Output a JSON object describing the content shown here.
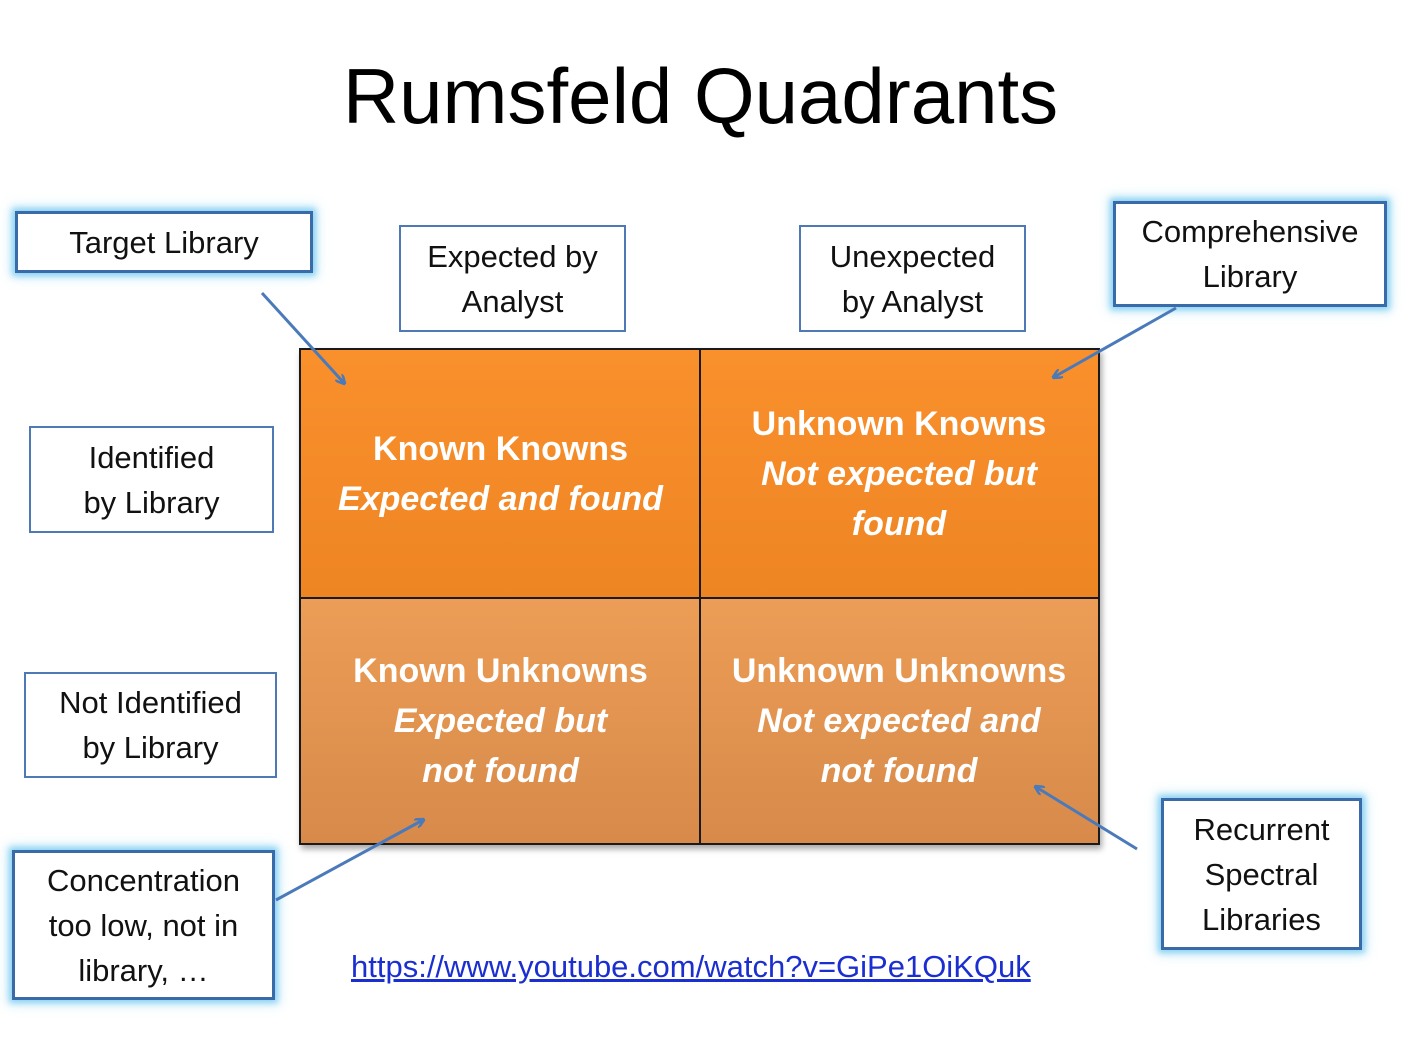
{
  "title": "Rumsfeld Quadrants",
  "column_headers": {
    "expected": "Expected by\nAnalyst",
    "unexpected": "Unexpected\nby Analyst"
  },
  "row_headers": {
    "identified": "Identified\nby Library",
    "not_identified": "Not Identified\nby Library"
  },
  "quadrants": {
    "known_knowns": {
      "title": "Known Knowns",
      "subtitle": "Expected and found"
    },
    "unknown_knowns": {
      "title": "Unknown Knowns",
      "subtitle": "Not expected but found"
    },
    "known_unknowns": {
      "title": "Known Unknowns",
      "subtitle": "Expected but not found"
    },
    "unknown_unknowns": {
      "title": "Unknown Unknowns",
      "subtitle": "Not expected and not found"
    }
  },
  "callouts": {
    "target_library": "Target Library",
    "comprehensive_library": "Comprehensive\nLibrary",
    "concentration": "Concentration\ntoo low, not in\nlibrary, …",
    "recurrent_spectral": "Recurrent\nSpectral\nLibraries"
  },
  "link": "https://www.youtube.com/watch?v=GiPe1OiKQuk",
  "colors": {
    "quadrant_top": "#f9902c",
    "quadrant_bottom": "#ec9d56",
    "box_border": "#4e79b4",
    "glow": "#6ec8f0",
    "arrow": "#4a7ab9",
    "link": "#1b2fd1"
  }
}
